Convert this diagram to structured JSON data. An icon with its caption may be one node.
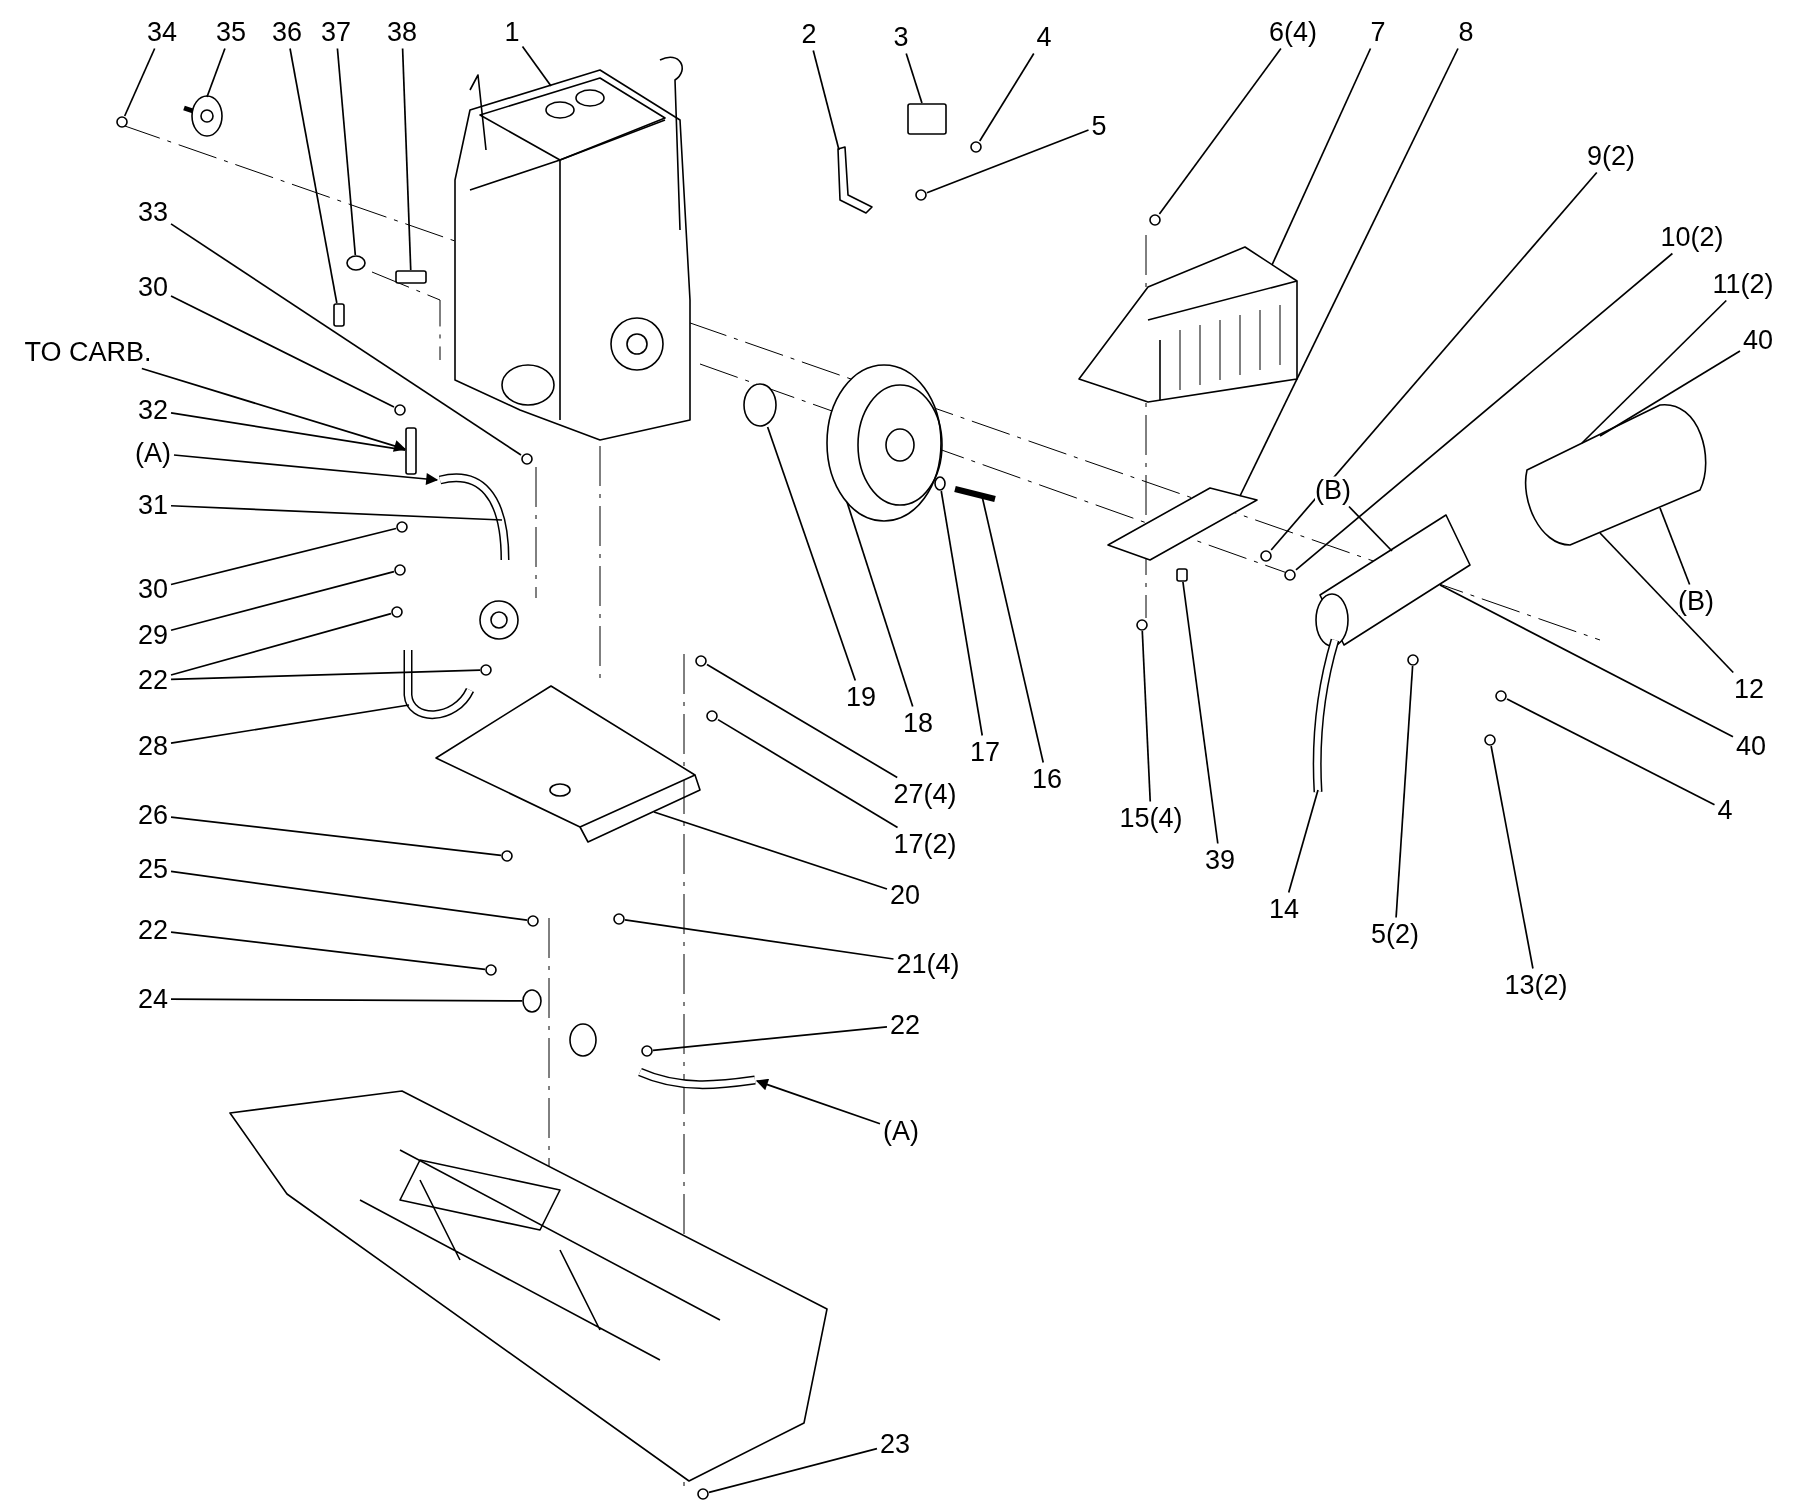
{
  "diagram": {
    "nodes": [
      {
        "text": [
          "34"
        ]
      },
      {
        "text": [
          "35"
        ]
      },
      {
        "text": [
          "36"
        ]
      },
      {
        "text": [
          "37"
        ]
      },
      {
        "text": [
          "38"
        ]
      },
      {
        "text": [
          "1"
        ]
      },
      {
        "text": [
          "2"
        ]
      },
      {
        "text": [
          "3"
        ]
      },
      {
        "text": [
          "4"
        ]
      },
      {
        "text": [
          "6(4)"
        ]
      },
      {
        "text": [
          "7"
        ]
      },
      {
        "text": [
          "8"
        ]
      },
      {
        "text": [
          "5"
        ]
      },
      {
        "text": [
          "9(2)"
        ]
      },
      {
        "text": [
          "33"
        ]
      },
      {
        "text": [
          "10(2)"
        ]
      },
      {
        "text": [
          "11(2)"
        ]
      },
      {
        "text": [
          "30"
        ]
      },
      {
        "text": [
          "40"
        ]
      },
      {
        "text": [
          "TO CARB."
        ]
      },
      {
        "text": [
          "32"
        ]
      },
      {
        "text": [
          "(A)"
        ]
      },
      {
        "text": [
          "31"
        ]
      },
      {
        "text": [
          "(B)"
        ]
      },
      {
        "text": [
          "30"
        ]
      },
      {
        "text": [
          "(B)"
        ]
      },
      {
        "text": [
          "29"
        ]
      },
      {
        "text": [
          "22"
        ]
      },
      {
        "text": [
          "12"
        ]
      },
      {
        "text": [
          "19"
        ]
      },
      {
        "text": [
          "18"
        ]
      },
      {
        "text": [
          "40"
        ]
      },
      {
        "text": [
          "28"
        ]
      },
      {
        "text": [
          "17"
        ]
      },
      {
        "text": [
          "16"
        ]
      },
      {
        "text": [
          "27(4)"
        ]
      },
      {
        "text": [
          "4"
        ]
      },
      {
        "text": [
          "26"
        ]
      },
      {
        "text": [
          "15(4)"
        ]
      },
      {
        "text": [
          "17(2)"
        ]
      },
      {
        "text": [
          "39"
        ]
      },
      {
        "text": [
          "25"
        ]
      },
      {
        "text": [
          "20"
        ]
      },
      {
        "text": [
          "14"
        ]
      },
      {
        "text": [
          "22"
        ]
      },
      {
        "text": [
          "5(2)"
        ]
      },
      {
        "text": [
          "21(4)"
        ]
      },
      {
        "text": [
          "13(2)"
        ]
      },
      {
        "text": [
          "24"
        ]
      },
      {
        "text": [
          "22"
        ]
      },
      {
        "text": [
          "(A)"
        ]
      },
      {
        "text": [
          "23"
        ]
      },
      {
        "text": [],
        "shape": "picture"
      },
      {
        "text": [],
        "shape": "picture"
      },
      {
        "text": [],
        "shape": "circle"
      },
      {
        "text": [],
        "shape": "box"
      },
      {
        "text": [],
        "shape": "box"
      },
      {
        "text": [],
        "shape": "picture"
      },
      {
        "text": [],
        "shape": "box"
      },
      {
        "text": [],
        "shape": "picture"
      },
      {
        "text": [],
        "shape": "picture"
      },
      {
        "text": [],
        "shape": "circle"
      },
      {
        "text": [],
        "shape": "picture"
      },
      {
        "text": [],
        "shape": "picture"
      },
      {
        "text": [],
        "shape": "circle"
      },
      {
        "text": [],
        "shape": "picture"
      },
      {
        "text": [],
        "shape": "picture"
      },
      {
        "text": [],
        "shape": "picture"
      },
      {
        "text": [],
        "shape": "picture"
      },
      {
        "text": [],
        "shape": "circle"
      },
      {
        "text": [],
        "shape": "picture"
      },
      {
        "text": [],
        "shape": "picture"
      },
      {
        "text": [],
        "shape": "picture"
      },
      {
        "text": [],
        "shape": "box"
      },
      {
        "text": [],
        "shape": "box"
      },
      {
        "text": [],
        "shape": "circle"
      },
      {
        "text": [],
        "shape": "circle"
      },
      {
        "text": [],
        "shape": "circle"
      },
      {
        "text": [],
        "shape": "circle"
      },
      {
        "text": [],
        "shape": "circle"
      },
      {
        "text": [],
        "shape": "circle"
      },
      {
        "text": [],
        "shape": "circle"
      },
      {
        "text": [],
        "shape": "circle"
      },
      {
        "text": [],
        "shape": "circle"
      },
      {
        "text": [],
        "shape": "circle"
      },
      {
        "text": [],
        "shape": "circle"
      },
      {
        "text": [],
        "shape": "circle"
      },
      {
        "text": [],
        "shape": "circle"
      },
      {
        "text": [],
        "shape": "circle"
      },
      {
        "text": [],
        "shape": "circle"
      },
      {
        "text": [],
        "shape": "circle"
      },
      {
        "text": [],
        "shape": "circle"
      },
      {
        "text": [],
        "shape": "circle"
      },
      {
        "text": [],
        "shape": "circle"
      },
      {
        "text": [],
        "shape": "circle"
      },
      {
        "text": [],
        "shape": "circle"
      },
      {
        "text": [],
        "shape": "circle"
      },
      {
        "text": [],
        "shape": "circle"
      },
      {
        "text": [],
        "shape": "circle"
      }
    ],
    "edges": [
      {
        "from": 0,
        "to": 75,
        "arrow": "none"
      },
      {
        "from": 1,
        "to": 53,
        "arrow": "none"
      },
      {
        "from": 2,
        "to": 55,
        "arrow": "none"
      },
      {
        "from": 3,
        "to": 54,
        "arrow": "none"
      },
      {
        "from": 4,
        "to": 56,
        "arrow": "none"
      },
      {
        "from": 5,
        "to": 52,
        "arrow": "none"
      },
      {
        "from": 6,
        "to": 57,
        "arrow": "none"
      },
      {
        "from": 7,
        "to": 58,
        "arrow": "none"
      },
      {
        "from": 8,
        "to": 76,
        "arrow": "none"
      },
      {
        "from": 9,
        "to": 77,
        "arrow": "none"
      },
      {
        "from": 10,
        "to": 59,
        "arrow": "none"
      },
      {
        "from": 11,
        "to": 60,
        "arrow": "none"
      },
      {
        "from": 12,
        "to": 78,
        "arrow": "none"
      },
      {
        "from": 13,
        "to": 79,
        "arrow": "none"
      },
      {
        "from": 14,
        "to": 80,
        "arrow": "none"
      },
      {
        "from": 15,
        "to": 81,
        "arrow": "none"
      },
      {
        "from": 16,
        "to": 72,
        "arrow": "none"
      },
      {
        "from": 17,
        "to": 82,
        "arrow": "none"
      },
      {
        "from": 18,
        "to": 72,
        "arrow": "none"
      },
      {
        "from": 19,
        "to": 74,
        "arrow": "to"
      },
      {
        "from": 20,
        "to": 74,
        "arrow": "none"
      },
      {
        "from": 21,
        "to": 66,
        "arrow": "to"
      },
      {
        "from": 22,
        "to": 66,
        "arrow": "none"
      },
      {
        "from": 23,
        "to": 70,
        "arrow": "none"
      },
      {
        "from": 24,
        "to": 83,
        "arrow": "none"
      },
      {
        "from": 25,
        "to": 72,
        "arrow": "none"
      },
      {
        "from": 26,
        "to": 84,
        "arrow": "none"
      },
      {
        "from": 27,
        "to": 85,
        "arrow": "none"
      },
      {
        "from": 27,
        "to": 86,
        "arrow": "none"
      },
      {
        "from": 28,
        "to": 72,
        "arrow": "none"
      },
      {
        "from": 29,
        "to": 61,
        "arrow": "none"
      },
      {
        "from": 30,
        "to": 62,
        "arrow": "none"
      },
      {
        "from": 31,
        "to": 70,
        "arrow": "none"
      },
      {
        "from": 32,
        "to": 67,
        "arrow": "none"
      },
      {
        "from": 33,
        "to": 64,
        "arrow": "none"
      },
      {
        "from": 34,
        "to": 63,
        "arrow": "none"
      },
      {
        "from": 35,
        "to": 87,
        "arrow": "none"
      },
      {
        "from": 36,
        "to": 88,
        "arrow": "none"
      },
      {
        "from": 37,
        "to": 89,
        "arrow": "none"
      },
      {
        "from": 38,
        "to": 90,
        "arrow": "none"
      },
      {
        "from": 39,
        "to": 91,
        "arrow": "none"
      },
      {
        "from": 40,
        "to": 73,
        "arrow": "none"
      },
      {
        "from": 41,
        "to": 92,
        "arrow": "none"
      },
      {
        "from": 42,
        "to": 65,
        "arrow": "none"
      },
      {
        "from": 43,
        "to": 71,
        "arrow": "none"
      },
      {
        "from": 44,
        "to": 93,
        "arrow": "none"
      },
      {
        "from": 45,
        "to": 94,
        "arrow": "none"
      },
      {
        "from": 46,
        "to": 95,
        "arrow": "none"
      },
      {
        "from": 47,
        "to": 96,
        "arrow": "none"
      },
      {
        "from": 48,
        "to": 69,
        "arrow": "none"
      },
      {
        "from": 49,
        "to": 97,
        "arrow": "none"
      },
      {
        "from": 50,
        "to": 68,
        "arrow": "to"
      },
      {
        "from": 51,
        "to": 98,
        "arrow": "none"
      }
    ]
  }
}
